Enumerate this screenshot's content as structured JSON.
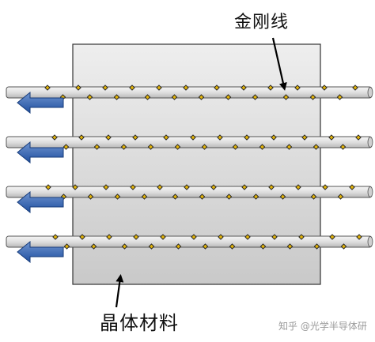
{
  "labels": {
    "wire": "金刚线",
    "crystal": "晶体材料"
  },
  "watermark": "知乎 @光学半导体研",
  "wire_count": 4,
  "colors": {
    "block_light": "#eeeeee",
    "block_dark": "#c9c9c9",
    "block_border": "#333333",
    "wire_light": "#f6f6f6",
    "wire_dark": "#b9b9b9",
    "wire_border": "#555555",
    "grit": "#e0b20a",
    "grit_border": "#222222",
    "arrow_light": "#6f94cf",
    "arrow_dark": "#1f4fa0",
    "arrow_border": "#163b7a",
    "pointer": "#000000",
    "text": "#111111"
  },
  "icons": {
    "grit": "diamond-particle-icon",
    "motion": "left-arrow-icon"
  }
}
